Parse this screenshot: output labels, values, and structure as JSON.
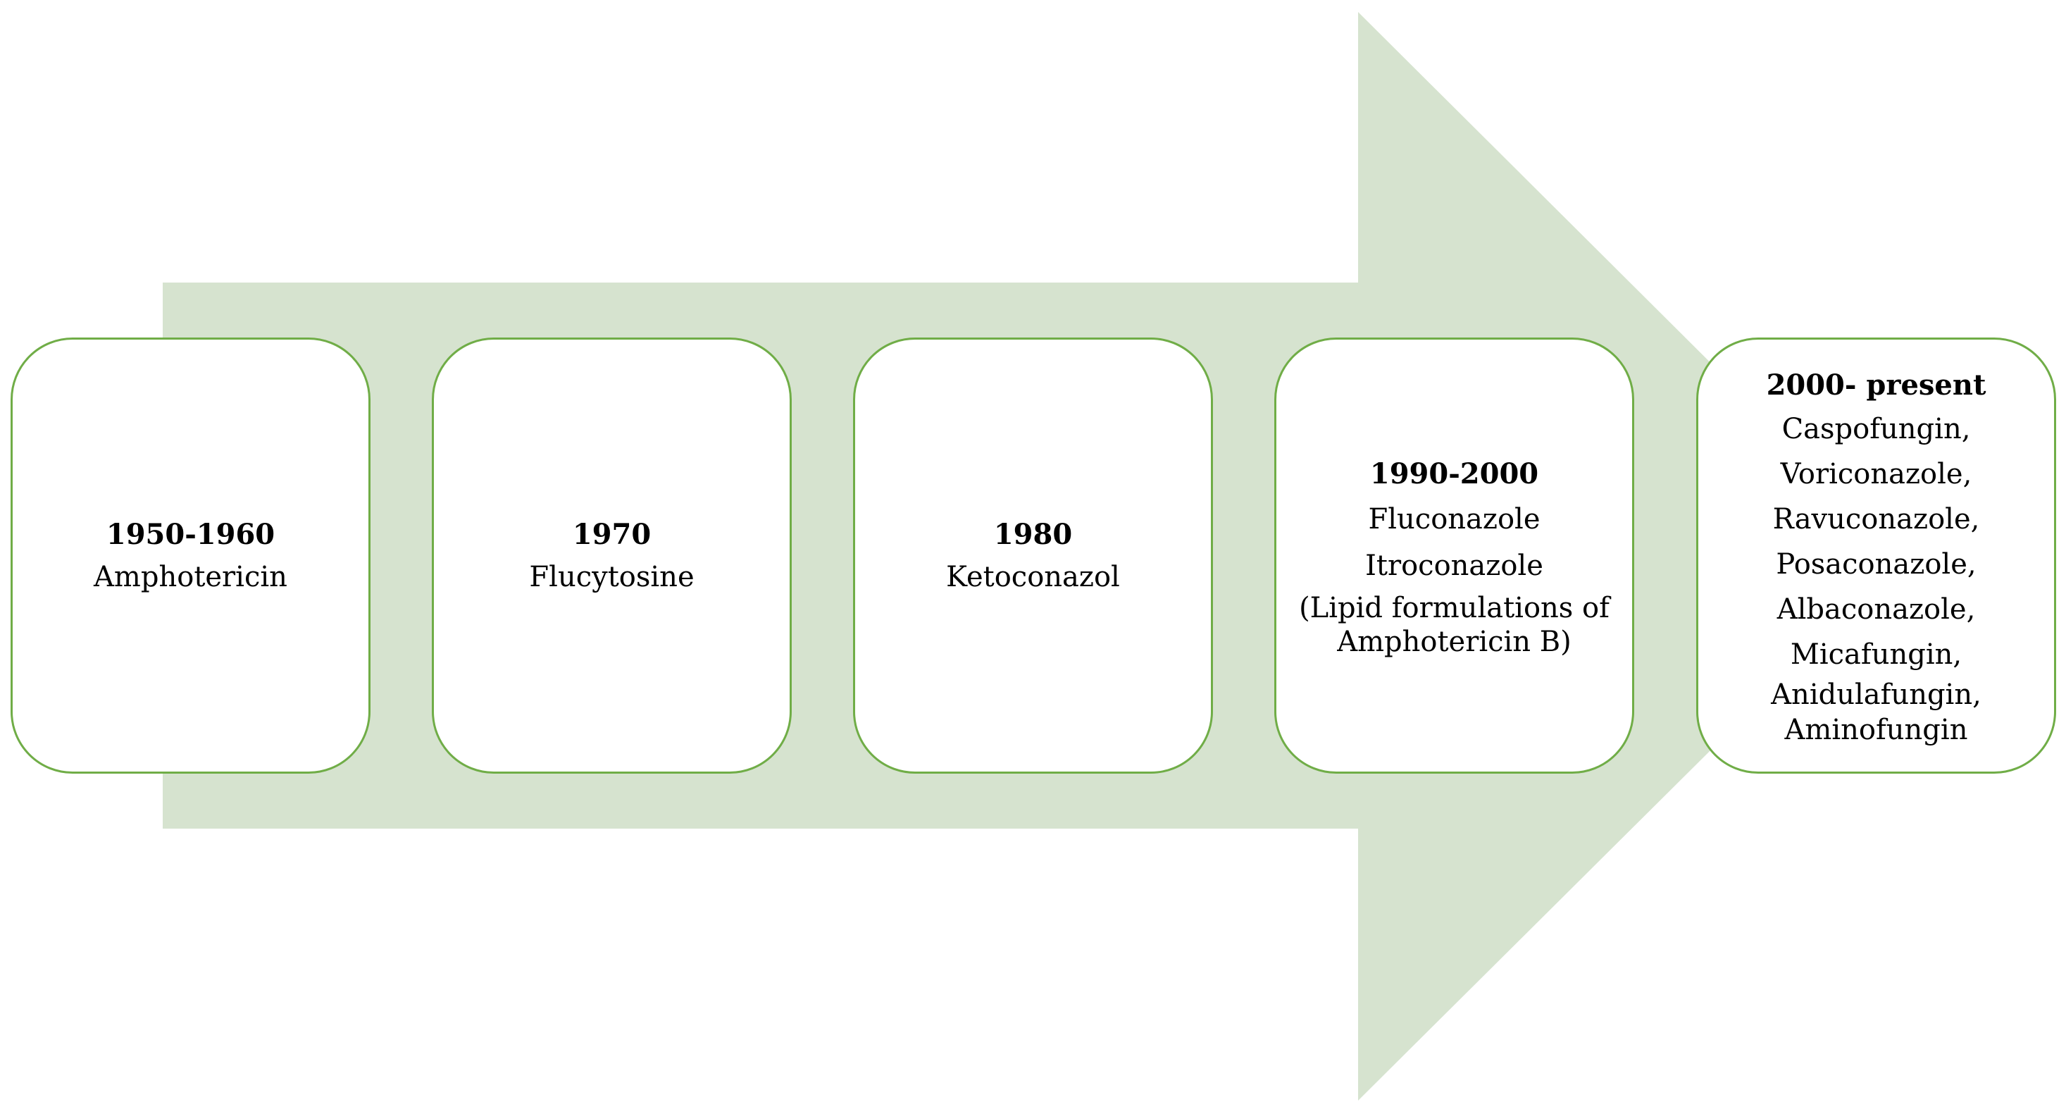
{
  "colors": {
    "arrow_fill": "#d6e3cf",
    "box_border": "#70ad47",
    "box_fill": "#ffffff",
    "text": "#000000"
  },
  "timeline": [
    {
      "period": "1950-1960",
      "drugs": [
        "Amphotericin"
      ]
    },
    {
      "period": "1970",
      "drugs": [
        "Flucytosine"
      ]
    },
    {
      "period": "1980",
      "drugs": [
        "Ketoconazol"
      ]
    },
    {
      "period": "1990-2000",
      "drugs": [
        "Fluconazole",
        "Itroconazole"
      ],
      "note_line1": "(Lipid formulations of",
      "note_line2": "Amphotericin B)"
    },
    {
      "period": "2000- present",
      "drugs": [
        "Caspofungin,",
        "Voriconazole,",
        "Ravuconazole,",
        "Posaconazole,",
        "Albaconazole,",
        "Micafungin,",
        "Anidulafungin,",
        "Aminofungin"
      ]
    }
  ]
}
